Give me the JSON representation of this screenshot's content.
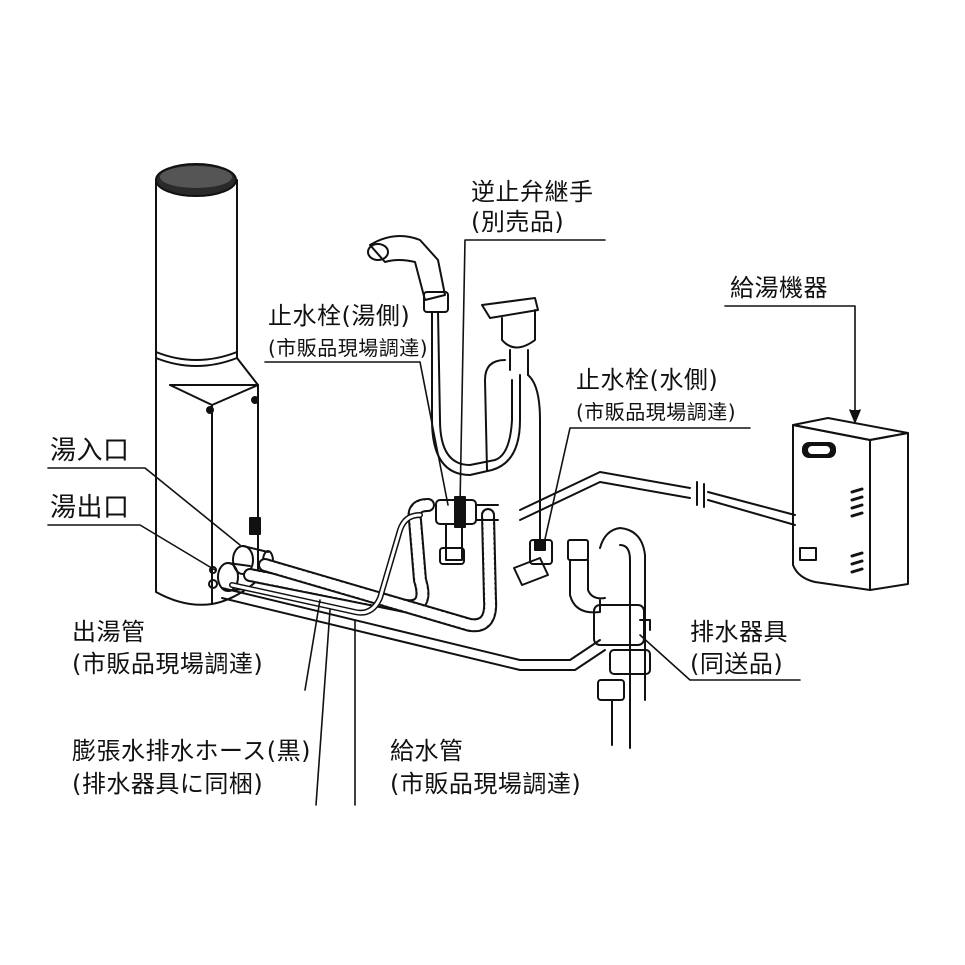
{
  "labels": {
    "check_valve_joint": "逆止弁継手",
    "check_valve_joint_note": "(別売品)",
    "water_heater": "給湯機器",
    "stop_valve_hot": "止水栓(湯側)",
    "stop_valve_hot_note": "(市販品現場調達)",
    "stop_valve_cold": "止水栓(水側)",
    "stop_valve_cold_note": "(市販品現場調達)",
    "hot_water_inlet": "湯入口",
    "hot_water_outlet": "湯出口",
    "hot_water_pipe": "出湯管",
    "hot_water_pipe_note": "(市販品現場調達)",
    "drain_fixture": "排水器具",
    "drain_fixture_note": "(同送品)",
    "expansion_drain_hose": "膨張水排水ホース(黒)",
    "expansion_drain_hose_note": "(排水器具に同梱)",
    "water_supply_pipe": "給水管",
    "water_supply_pipe_note": "(市販品現場調達)"
  }
}
